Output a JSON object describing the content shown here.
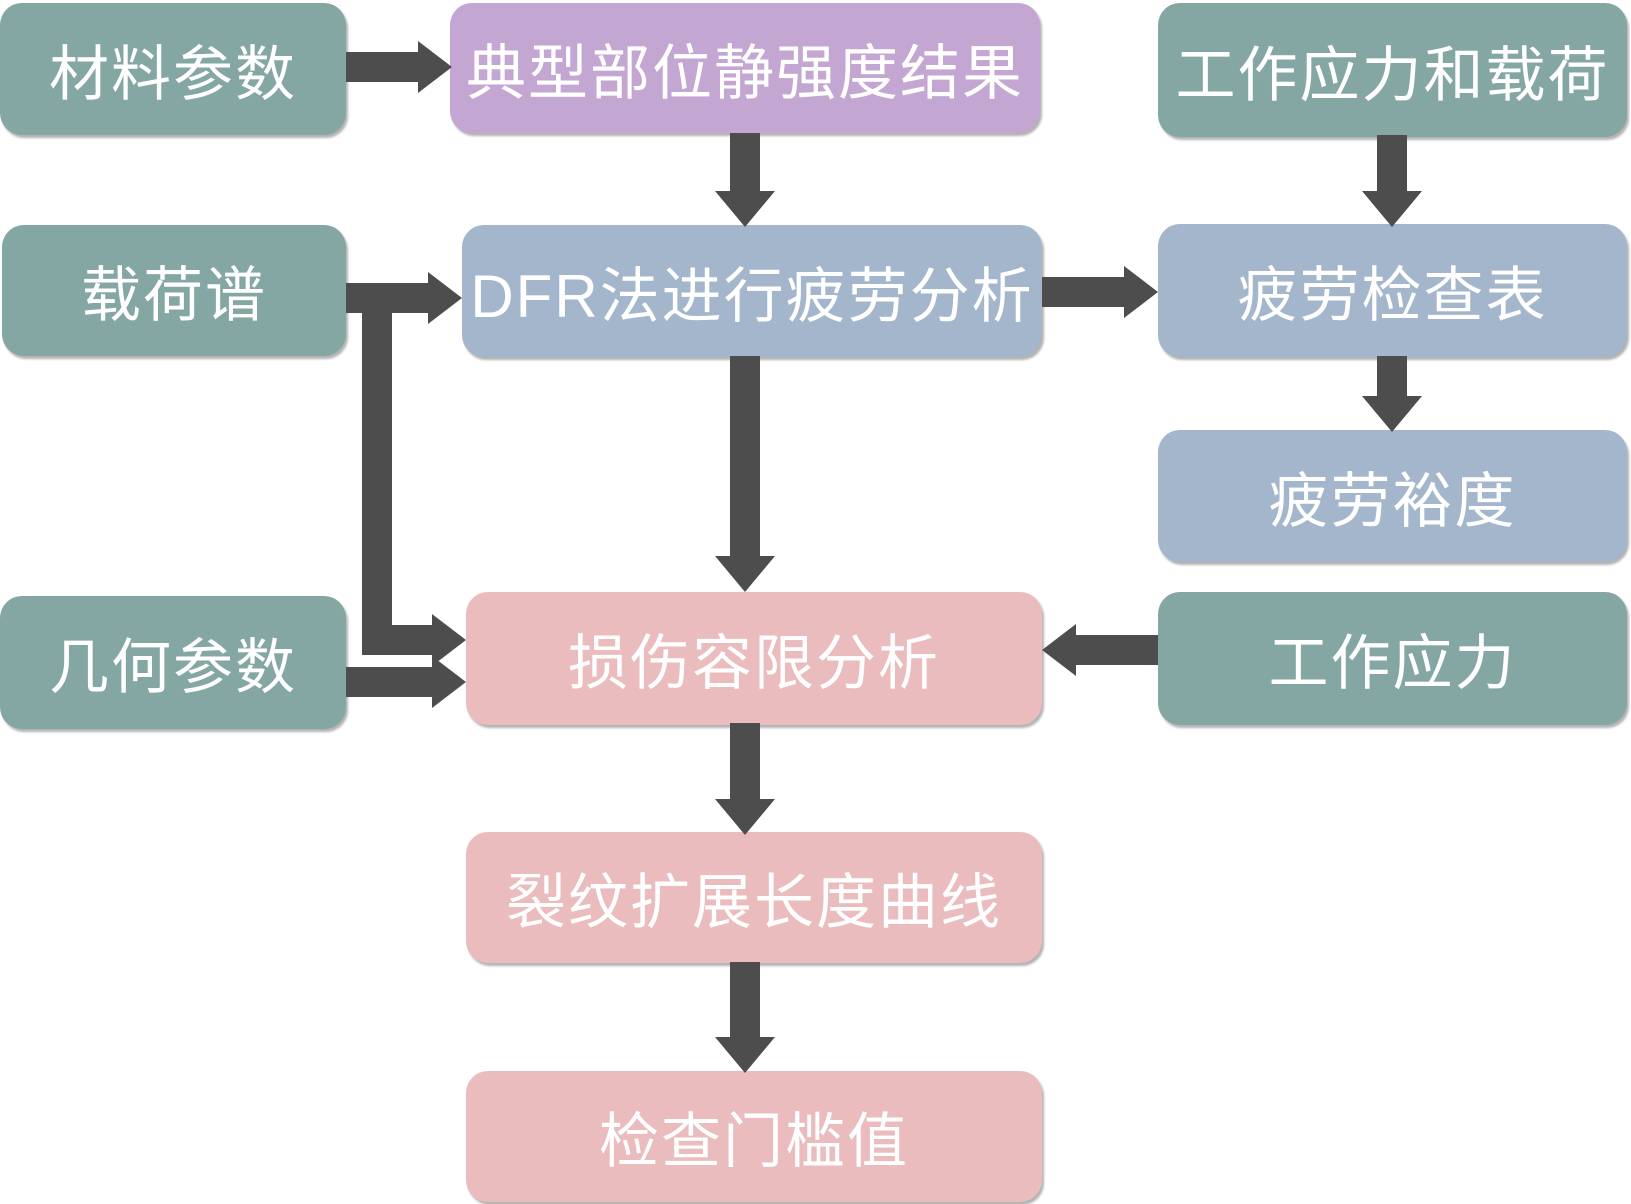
{
  "figure": {
    "type": "flowchart",
    "background": "#FFFFFF",
    "colors": {
      "teal": "#84A7A3",
      "purple": "#C3A6D2",
      "blue": "#A4B6CC",
      "pink": "#EBBCBE",
      "connector": "#4D4D4D",
      "text": "#FFFFFF"
    },
    "nodes": [
      {
        "id": "material",
        "label": "材料参数",
        "color": "teal"
      },
      {
        "id": "static",
        "label": "典型部位静强度结果",
        "color": "purple"
      },
      {
        "id": "wsl",
        "label": "工作应力和载荷",
        "color": "teal"
      },
      {
        "id": "loadspec",
        "label": "载荷谱",
        "color": "teal"
      },
      {
        "id": "dfr",
        "label": "DFR法进行疲劳分析",
        "color": "blue"
      },
      {
        "id": "checklist",
        "label": "疲劳检查表",
        "color": "blue"
      },
      {
        "id": "margin",
        "label": "疲劳裕度",
        "color": "blue"
      },
      {
        "id": "geometry",
        "label": "几何参数",
        "color": "teal"
      },
      {
        "id": "damage",
        "label": "损伤容限分析",
        "color": "pink"
      },
      {
        "id": "stress",
        "label": "工作应力",
        "color": "teal"
      },
      {
        "id": "crack",
        "label": "裂纹扩展长度曲线",
        "color": "pink"
      },
      {
        "id": "threshold",
        "label": "检查门槛值",
        "color": "pink"
      }
    ],
    "edges": [
      {
        "from": "material",
        "to": "static"
      },
      {
        "from": "static",
        "to": "dfr"
      },
      {
        "from": "loadspec",
        "to": "dfr"
      },
      {
        "from": "loadspec",
        "to": "damage"
      },
      {
        "from": "wsl",
        "to": "checklist"
      },
      {
        "from": "dfr",
        "to": "checklist"
      },
      {
        "from": "checklist",
        "to": "margin"
      },
      {
        "from": "dfr",
        "to": "damage"
      },
      {
        "from": "geometry",
        "to": "damage"
      },
      {
        "from": "stress",
        "to": "damage"
      },
      {
        "from": "damage",
        "to": "crack"
      },
      {
        "from": "crack",
        "to": "threshold"
      }
    ]
  }
}
